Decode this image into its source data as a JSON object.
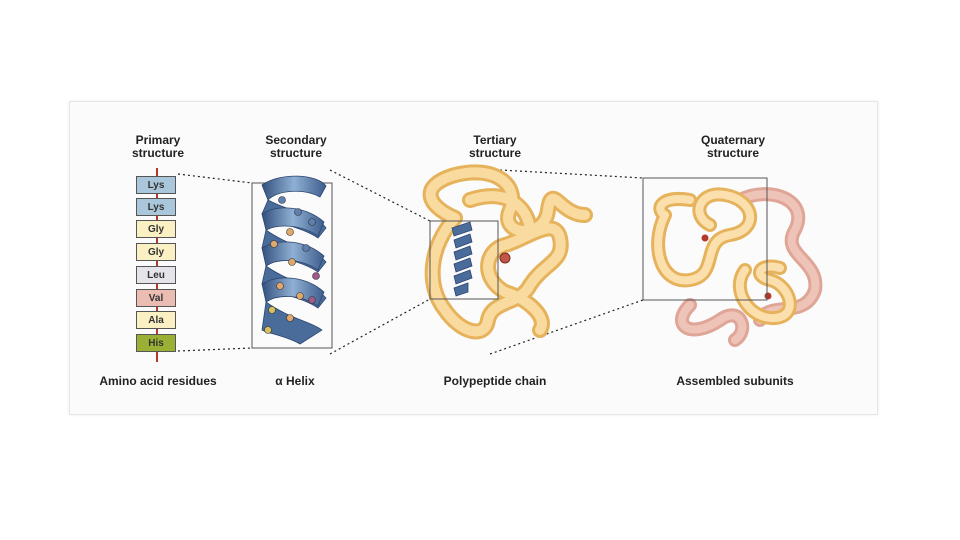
{
  "headers": {
    "primary": [
      "Primary",
      "structure"
    ],
    "secondary": [
      "Secondary",
      "structure"
    ],
    "tertiary": [
      "Tertiary",
      "structure"
    ],
    "quaternary": [
      "Quaternary",
      "structure"
    ]
  },
  "captions": {
    "primary": "Amino acid residues",
    "secondary": "α Helix",
    "tertiary": "Polypeptide chain",
    "quaternary": "Assembled subunits"
  },
  "residues": [
    {
      "label": "Lys",
      "color": "#a9c6da"
    },
    {
      "label": "Lys",
      "color": "#a9c6da"
    },
    {
      "label": "Gly",
      "color": "#fbf0c4"
    },
    {
      "label": "Gly",
      "color": "#fbf0c4"
    },
    {
      "label": "Leu",
      "color": "#e4e4ea"
    },
    {
      "label": "Val",
      "color": "#ebbdb2"
    },
    {
      "label": "Ala",
      "color": "#fbf0c4"
    },
    {
      "label": "His",
      "color": "#9ab035"
    }
  ],
  "colors": {
    "helix": "#4d6f9c",
    "chain": "#f7d493",
    "subunit_alt": "#e7b6a8",
    "backbone": "#b33a2a"
  }
}
